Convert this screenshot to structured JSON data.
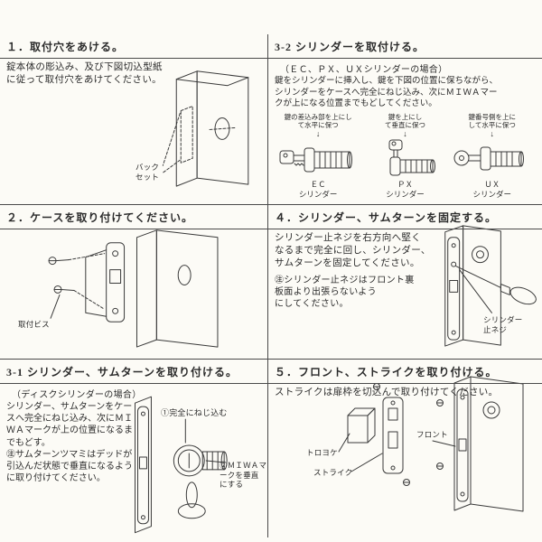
{
  "icons": {
    "down_arrow": "↓"
  },
  "p1": {
    "title": "１．取付穴をあける。",
    "body": "錠本体の彫込み、及び下図切込型紙\nに従って取付穴をあけてください。",
    "label_backset": "バック\nセット"
  },
  "p2": {
    "title": "3-2  シリンダーを取付ける。",
    "subtitle": "（ＥＣ、ＰＸ、ＵＸシリンダーの場合）",
    "body": "鍵をシリンダーに挿入し、鍵を下図の位置に保ちながら、\nシリンダーをケースへ完全にねじ込み、次にＭＩＷＡマー\nクが上になる位置までもどしてください。",
    "items": [
      {
        "note": "鍵の差込み部を上にし\nて水平に保つ",
        "label": "ＥＣ\nシリンダー"
      },
      {
        "note": "鍵を上にし\nて垂直に保つ",
        "label": "ＰＸ\nシリンダー"
      },
      {
        "note": "鍵番号側を上に\nして水平に保つ",
        "label": "ＵＸ\nシリンダー"
      }
    ]
  },
  "p3": {
    "title": "２．ケースを取り付けてください。",
    "label_screw": "取付ビス"
  },
  "p4": {
    "title": "４．シリンダー、サムターンを固定する。",
    "body": "シリンダー止ネジを右方向へ堅く\nなるまで完全に回し、シリンダー、\nサムターンを固定してください。",
    "note": "㊟シリンダー止ネジはフロント裏\n板面より出張らないよう\nにしてください。",
    "label_setscrew": "シリンダー\n止ネジ"
  },
  "p5": {
    "title": "3-1  シリンダー、サムターンを取り付ける。",
    "subtitle": "（ディスクシリンダーの場合）",
    "body": "シリンダー、サムターンをケー\nスへ完全にねじ込み、次にＭＩ\nＷＡマークが上の位置になるま\nでもどす。\n㊟サムターンツマミはデッドが\n引込んだ状態で垂直になるよう\nに取り付けてください。",
    "label_step1": "①完全にねじ込む",
    "label_step2": "②ＭＩＷＡマ\nークを垂直\nにする"
  },
  "p6": {
    "title": "５．フロント、ストライクを取り付ける。",
    "body": "ストライクは扉枠を切込んで取り付けてください。",
    "label_dustbox": "トロヨケ",
    "label_strike": "ストライク",
    "label_front": "フロント"
  }
}
